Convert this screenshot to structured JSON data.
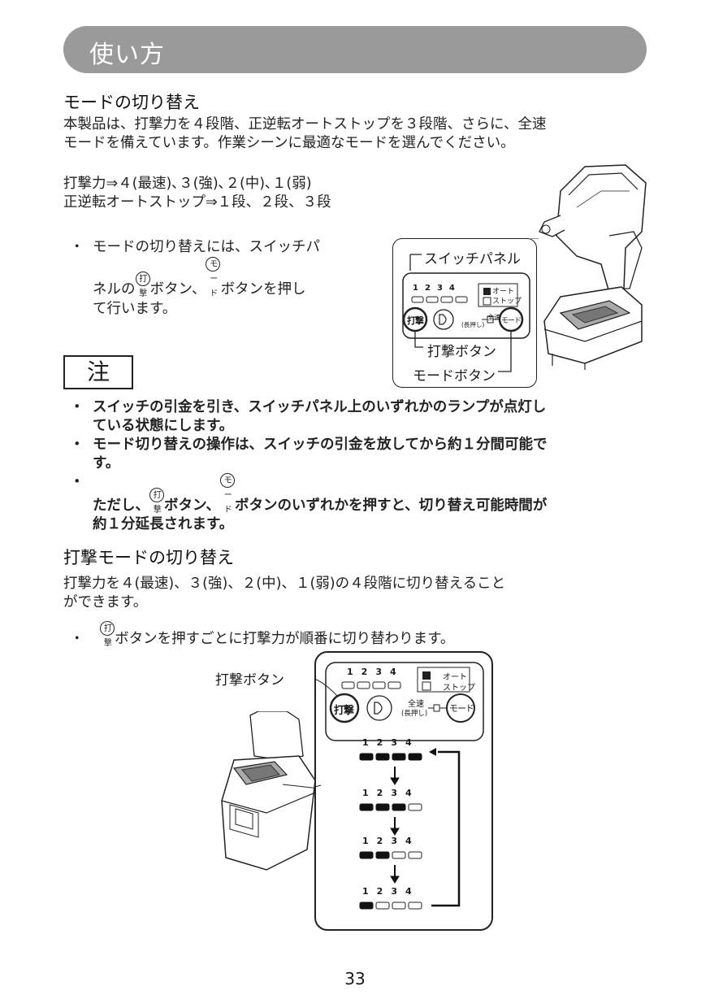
{
  "header": {
    "title": "使い方"
  },
  "section1": {
    "heading": "モードの切り替え",
    "para_line1": "本製品は、打撃力を４段階、正逆転オートストップを３段階、さらに、全速",
    "para_line2": "モードを備えています。作業シーンに最適なモードを選んでください。",
    "list_line1": "打撃力⇒４(最速)､３(強)､２(中)､１(弱)",
    "list_line2": "正逆転オートストップ⇒１段、２段、３段",
    "bullet": "・",
    "tip_line1": "モードの切り替えには、スイッチパ",
    "tip_line2_a": "ネルの",
    "tip_line2_b": "ボタン、",
    "tip_line2_c": "ボタンを押し",
    "tip_line3": "て行います。"
  },
  "icons": {
    "impact_btn": "打撃",
    "mode_btn": "モード"
  },
  "panel_figure": {
    "switch_panel_label": "スイッチパネル",
    "impact_button_label": "打撃ボタン",
    "mode_button_label": "モードボタン",
    "levels": [
      "1",
      "2",
      "3",
      "4"
    ],
    "auto_label": "オート",
    "stop_label": "ストップ",
    "fullspeed_label": "全速",
    "longpress_label": "(長押し)",
    "impact_key": "打撃",
    "mode_key": "モード"
  },
  "note": {
    "title": "注",
    "item1_line1": "スイッチの引金を引き、スイッチパネル上のいずれかのランプが点灯し",
    "item1_line2": "ている状態にします。",
    "item2_line1": "モード切り替えの操作は、スイッチの引金を放してから約１分間可能で",
    "item2_line2": "す。",
    "item3_a": "ただし、",
    "item3_b": "ボタン、",
    "item3_c": "ボタンのいずれかを押すと、切り替え可能時間が",
    "item3_line2": "約１分延長されます。"
  },
  "section2": {
    "heading": "打撃モードの切り替え",
    "para_line1": "打撃力を４(最速)、３(強)、２(中)、１(弱)の４段階に切り替えること",
    "para_line2": "ができます。",
    "tip": "ボタンを押すごとに打撃力が順番に切り替わります。",
    "figure_label": "打撃ボタン"
  },
  "page_number": "33"
}
